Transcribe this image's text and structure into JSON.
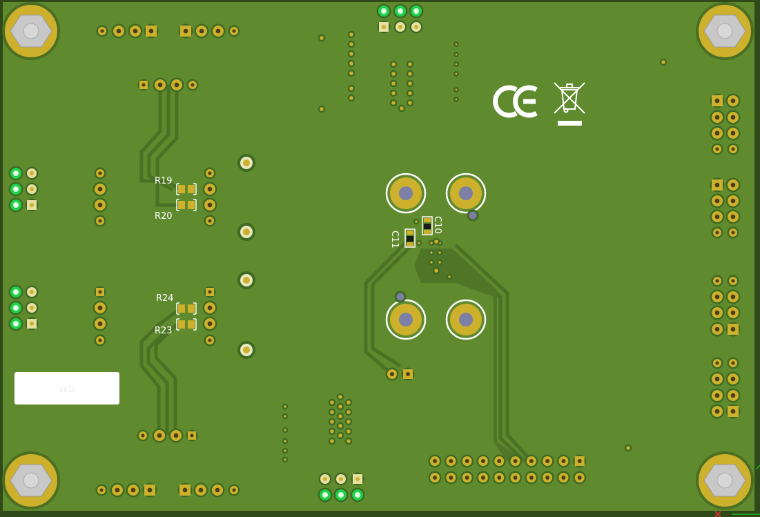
{
  "board": {
    "colors": {
      "substrate": "#5f8a2e",
      "copper_pour": "#6a962f",
      "trace": "#4c7325",
      "pad": "#cdb12c",
      "pad_hole": "#3f5f1c",
      "via_ring": "#3e6a22",
      "silkscreen": "#ffffff",
      "led_green": "#1fd24a",
      "plated_hole": "#7a7aa0",
      "mount_hex": "#c8c8c8"
    },
    "labels": {
      "r19": "R19",
      "r20": "R20",
      "r23": "R23",
      "r24": "R24",
      "c10": "C10",
      "c11": "C11",
      "small_label": "LED"
    },
    "logos": {
      "ce_mark": "CE",
      "weee_mark": "crossed-out-wheelie-bin"
    }
  }
}
